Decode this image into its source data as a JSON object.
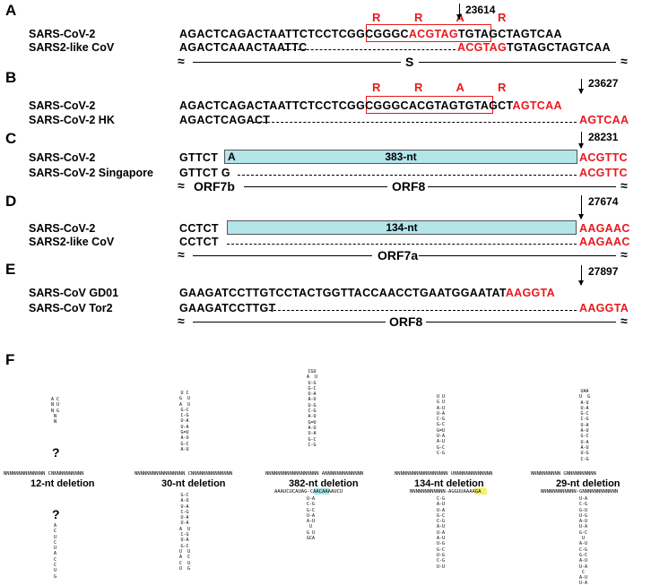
{
  "panels": [
    {
      "letter": "A",
      "position": "23614",
      "motif": "R  R  A  R",
      "row1": {
        "name": "SARS-CoV-2",
        "seq_black": "AGACTCAGACTAATTCTCCTCGGCGGGC",
        "seq_red": "ACGTAG",
        "seq_black2": "TGTAGCTAGTCAA"
      },
      "row2": {
        "name": "SARS2-like CoV",
        "seq_black": "AGACTCAAACTAATTC",
        "seq_red": "ACGTAG",
        "seq_black2": "TGTAGCTAGTCAA"
      },
      "gene": "S"
    },
    {
      "letter": "B",
      "position": "23627",
      "motif": "R  R  A  R",
      "row1": {
        "name": "SARS-CoV-2",
        "seq_black": "AGACTCAGACTAATTCTCCTCGGCGGGCACGTAGTGTAGCT",
        "seq_red": "AGTCAA"
      },
      "row2": {
        "name": "SARS-CoV-2 HK",
        "seq_black": "AGACTCAGACT",
        "seq_red": "AGTCAA"
      }
    },
    {
      "letter": "C",
      "position": "28231",
      "box_left": "A",
      "box_text": "383-nt",
      "row1": {
        "name": "SARS-CoV-2",
        "seq_black": "GTTCT",
        "seq_red": "ACGTTC"
      },
      "row2": {
        "name": "SARS-CoV-2 Singapore",
        "seq_black": "GTTCT G",
        "seq_red": "ACGTTC"
      },
      "gene1": "ORF7b",
      "gene2": "ORF8"
    },
    {
      "letter": "D",
      "position": "27674",
      "box_text": "134-nt",
      "row1": {
        "name": "SARS-CoV-2",
        "seq_black": "CCTCT",
        "seq_red": "AAGAAC"
      },
      "row2": {
        "name": "SARS2-like CoV",
        "seq_black": "CCTCT",
        "seq_red": "AAGAAC"
      },
      "gene": "ORF7a"
    },
    {
      "letter": "E",
      "position": "27897",
      "row1": {
        "name": "SARS-CoV GD01",
        "seq_black": "GAAGATCCTTGTCCTACTGGTTACCAACCTGAATGGAATAT",
        "seq_red": "AAGGTA"
      },
      "row2": {
        "name": "SARS-CoV Tor2",
        "seq_black": "GAAGATCCTTGT",
        "seq_red": "AAGGTA"
      },
      "gene": "ORF8"
    }
  ],
  "panelF": {
    "letter": "F",
    "nrow_top": "NNNNNNNNNN",
    "deletions": [
      {
        "label": "12-nt deletion",
        "top_row": "NNNNNNNNNNNNNN    CNNNNNNNNNNN",
        "bottom_row": ""
      },
      {
        "label": "30-nt deletion",
        "top_row": "NNNNNNNNNNNNNNNNN  CNNNNNNNNNNNNNN",
        "bottom_row": ""
      },
      {
        "label": "382-nt deletion",
        "top_row": "NNNNNNNNNNNNNNNNNN  ANNNNNNNNNNNNN",
        "bottom_row": "AAAUCUCAUAG-CA",
        "bottom_hl": "ACAAA",
        "bottom_tail": "AUCU"
      },
      {
        "label": "134-nt deletion",
        "top_row": "NNNNNNNNNNNNNNNNNN  UNNNNNNNNNNNNN",
        "bottom_row": "NNNNNNNNNNNN-AGGUUAA",
        "bottom_hl": "AAGA",
        "bottom_tail": ""
      },
      {
        "label": "29-nt deletion",
        "top_row": "NNNNNNNNNN  GNNNNNNNNNN",
        "bottom_row": "NNNNNNNNNNNN-GNNNNNNNNNNNN"
      }
    ],
    "question_mark": "?",
    "stems": {
      "s1_top": "A C\nN U\nN G\nN\nN",
      "s1_bottom": "A\nC\nU\nC\nU\nA\nC\nC\nU\nG",
      "s2_top": "U C\nG  U\nA  U\nG-C\nC-G\nU-A\nU-A\nG=U\nA-U\nG-C\nA-U",
      "s2_bottom": "G-C\nA-U\nU-A\nC-G\nU-A\nU-A\nA  U\nC-G\nU-A\nG-C\nU  U\nA  C\nC  U\nU  G",
      "s3_top": "CGU\nA  U\nU-G\nG-C\nU-A\nA-U\nU-G\nC-G\nA-U\nG=U\nA-U\nU-A\nG-C\nC-G",
      "s3_bottom": "U-A\nC-G\nG-C\nU-A\nA-U\nU\nG U\nGCA",
      "s4_top": "U U\nG U\nA-U\nU-A\nC-G\nG-C\nG=U\nU-A\nA-U\nG-C\nC-G",
      "s4_bottom": "C-G\nA-U\nU-A\nG-C\nC-G\nA-U\nU-A\nA-U\nU-G\nG-C\nU-G\nC-G\nU-U",
      "s5_top": "UAA\nU  G\nA-U\nU-A\nG-C\nC-G\nU-A\nA-U\nG-C\nU-A\nA-U\nU-G\nC-G",
      "s5_bottom": "U-A\nC-G\nG-U\nU-G\nA-U\nU-A\nG-C\nU\nA-U\nC-G\nG-C\nA-U\nU-A\nC\nA-U\nU-A\nC-G"
    }
  }
}
